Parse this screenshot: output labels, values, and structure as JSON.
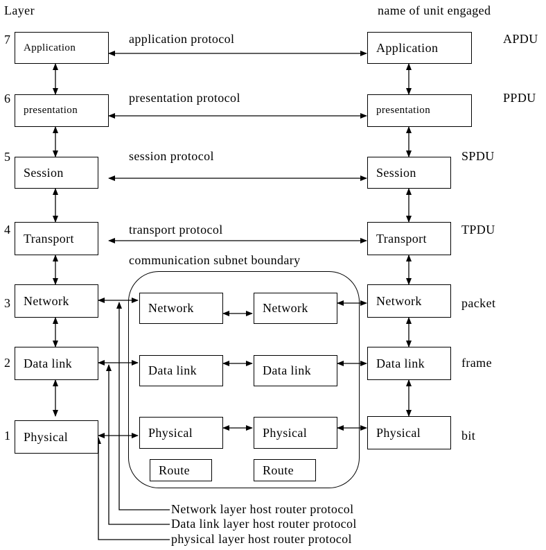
{
  "headers": {
    "layer": "Layer",
    "unit": "name of unit engaged"
  },
  "layer_numbers": [
    "7",
    "6",
    "5",
    "4",
    "3",
    "2",
    "1"
  ],
  "left_host": [
    "Application",
    "presentation",
    "Session",
    "Transport",
    "Network",
    "Data link",
    "Physical"
  ],
  "right_host": [
    "Application",
    "presentation",
    "Session",
    "Transport",
    "Network",
    "Data link",
    "Physical"
  ],
  "protocols": [
    "application protocol",
    "presentation protocol",
    "session protocol",
    "transport protocol"
  ],
  "units": [
    "APDU",
    "PPDU",
    "SPDU",
    "TPDU",
    "packet",
    "frame",
    "bit"
  ],
  "subnet": {
    "label": "communication subnet boundary",
    "router_a": [
      "Network",
      "Data link",
      "Physical",
      "Route"
    ],
    "router_b": [
      "Network",
      "Data link",
      "Physical",
      "Route"
    ]
  },
  "host_router_protocols": [
    "Network layer host router protocol",
    "Data link layer host router protocol",
    "physical layer host router protocol"
  ]
}
